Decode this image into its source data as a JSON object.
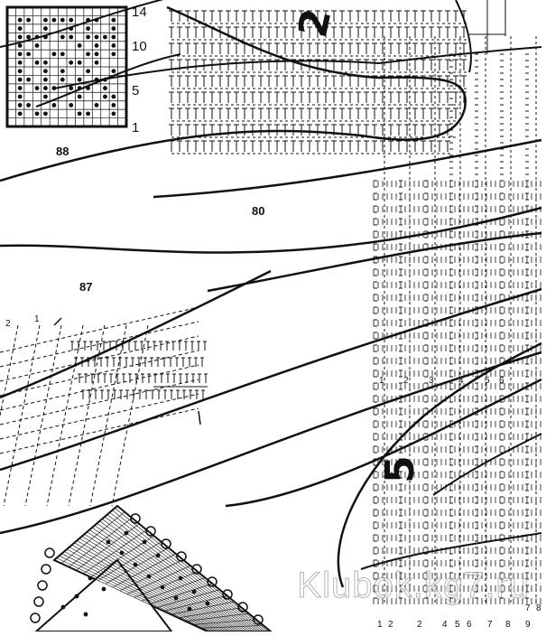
{
  "chart_grid": {
    "row_labels": [
      "14",
      "10",
      "5",
      "1"
    ]
  },
  "piece_labels": {
    "p88": "88",
    "p80": "80",
    "p87": "87"
  },
  "diagram_numbers": {
    "n2": "2",
    "n5": "5"
  },
  "column_numbers_right": [
    "8",
    "7",
    "6",
    "5",
    "4",
    "3",
    "2",
    "1"
  ],
  "column_numbers_bottom": [
    "2",
    "1",
    "2",
    "4",
    "5",
    "6",
    "7",
    "8",
    "9"
  ],
  "side_numbers_left": [
    "2",
    "1"
  ],
  "watermark": "Klubok.kg7.ru",
  "colors": {
    "ink": "#111111",
    "paper": "#ffffff"
  }
}
